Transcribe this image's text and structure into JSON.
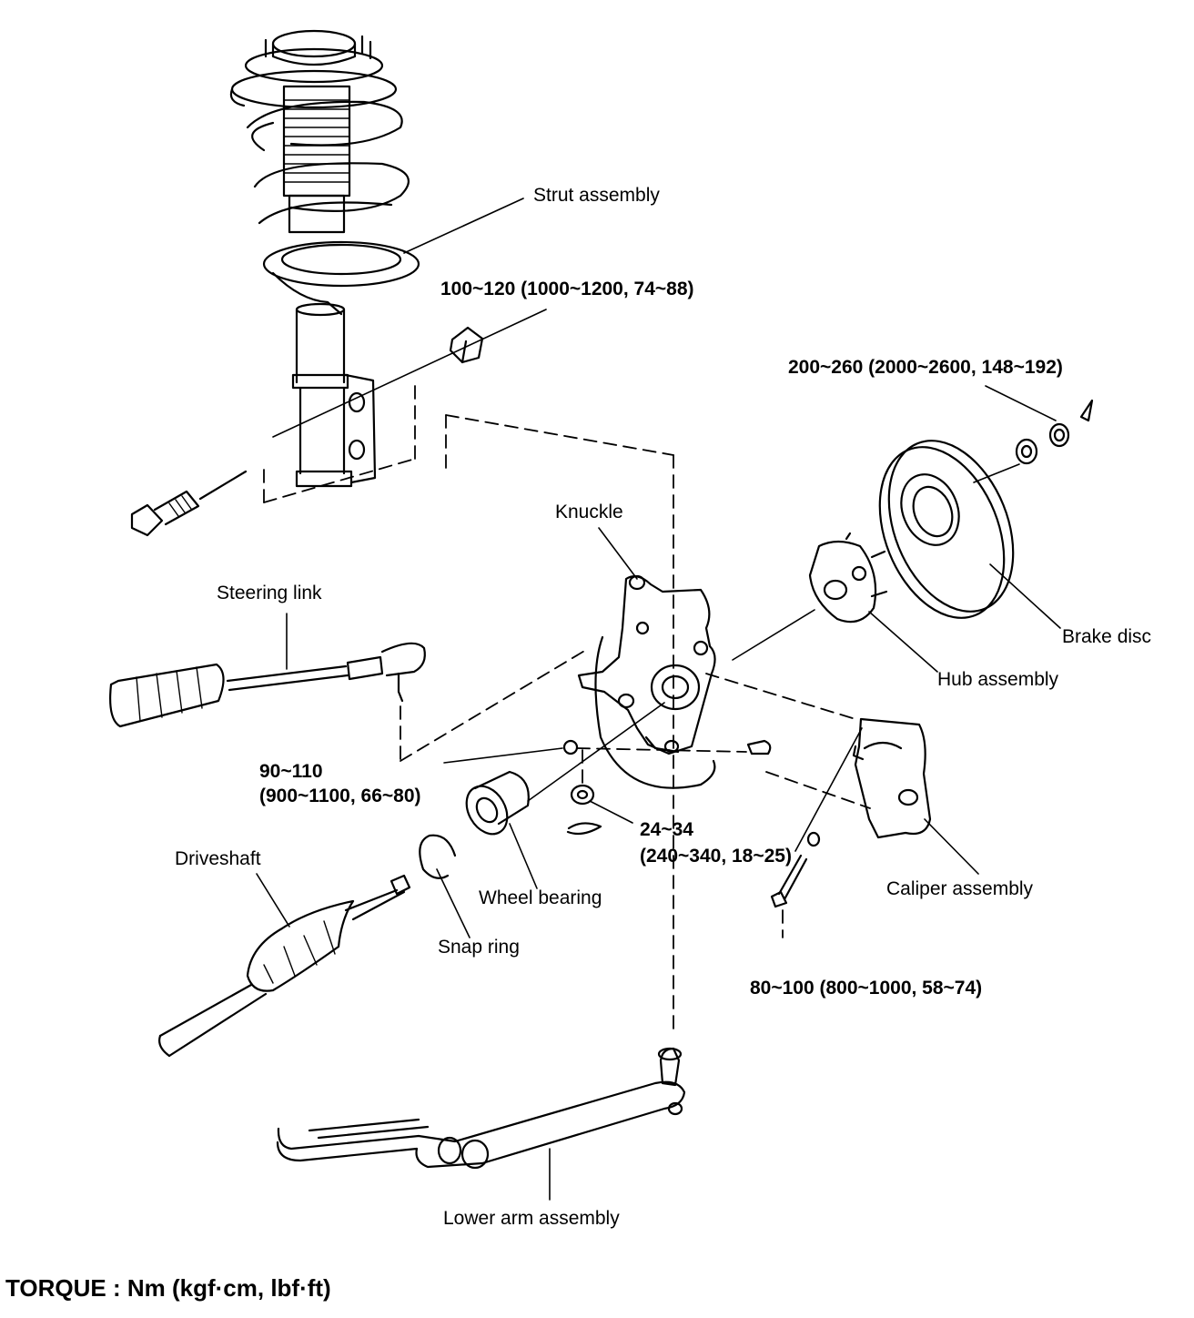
{
  "parts": {
    "strut": "Strut assembly",
    "knuckle": "Knuckle",
    "steering_link": "Steering link",
    "brake_disc": "Brake disc",
    "hub": "Hub assembly",
    "caliper": "Caliper assembly",
    "driveshaft": "Driveshaft",
    "wheel_bearing": "Wheel bearing",
    "snap_ring": "Snap ring",
    "lower_arm": "Lower arm assembly"
  },
  "torques": {
    "strut_bolt": "100~120 (1000~1200, 74~88)",
    "hub_nut": "200~260 (2000~2600, 148~192)",
    "lower_ball_joint_a": "90~110",
    "lower_ball_joint_b": "(900~1100, 66~80)",
    "tie_rod_nut_a": "24~34",
    "tie_rod_nut_b": "(240~340, 18~25)",
    "caliper_bolt": "80~100 (800~1000, 58~74)"
  },
  "footer": "TORQUE : Nm (kgf·cm, lbf·ft)"
}
